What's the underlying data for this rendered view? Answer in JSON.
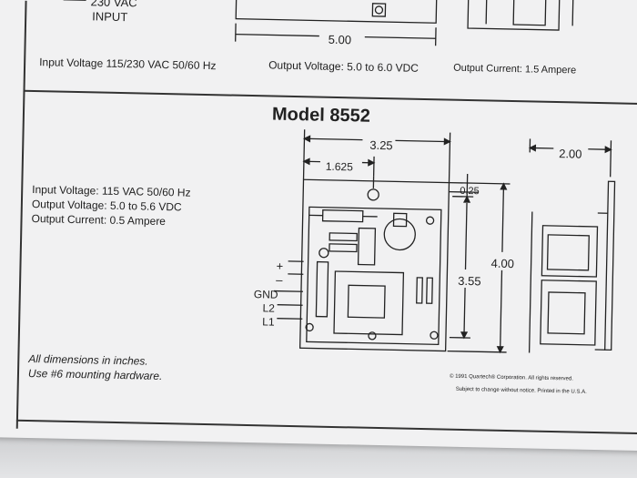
{
  "top_section": {
    "input_label": "INPUT",
    "input_partial": "230 VAC",
    "dim_width": "5.00",
    "specs": {
      "input_voltage": "Input Voltage 115/230 VAC 50/60 Hz",
      "output_voltage": "Output Voltage: 5.0 to 6.0 VDC",
      "output_current": "Output Current: 1.5 Ampere"
    }
  },
  "model": {
    "title": "Model 8552",
    "specs": {
      "input_voltage": "Input Voltage: 115 VAC 50/60 Hz",
      "output_voltage": "Output Voltage: 5.0 to 5.6 VDC",
      "output_current": "Output Current: 0.5 Ampere"
    },
    "dimensions": {
      "width": "3.25",
      "half_width": "1.625",
      "mount_offset": "0.25",
      "height": "4.00",
      "hole_spacing": "3.55",
      "depth": "2.00"
    },
    "terminals": [
      "+",
      "–",
      "GND",
      "L2",
      "L1"
    ]
  },
  "notes": {
    "line1": "All dimensions in inches.",
    "line2": "Use #6 mounting hardware."
  },
  "copyright": {
    "line1": "© 1991 Quartech® Corporation. All rights reserved.",
    "line2": "Subject to change without notice. Printed in the U.S.A."
  }
}
